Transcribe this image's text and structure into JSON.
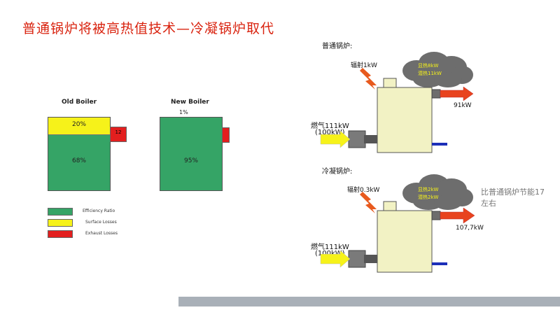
{
  "title": "普通锅炉将被高热值技术—冷凝锅炉取代",
  "old_boiler": {
    "header": "Old Boiler",
    "surface_pct": "20%",
    "efficiency_pct": "68%",
    "exhaust_pct": "12"
  },
  "new_boiler": {
    "header": "New Boiler",
    "top_pct": "1%",
    "efficiency_pct": "95%"
  },
  "legend": [
    {
      "label": "Efficiency Ratio",
      "color": "#35a466"
    },
    {
      "label": "Surface Losses",
      "color": "#f6f21a"
    },
    {
      "label": "Exhaust Losses",
      "color": "#e31f1f"
    }
  ],
  "ordinary": {
    "section_title": "普通锅炉:",
    "radiation": "辐射1kW",
    "cloud_line1": "显热8kW",
    "cloud_line2": "潜热11kW",
    "output": "91kW",
    "fuel_line1": "燃气111kW",
    "fuel_line2": "(100kW)"
  },
  "condensing": {
    "section_title": "冷凝锅炉:",
    "radiation": "辐射0.3kW",
    "cloud_line1": "显热2kW",
    "cloud_line2": "潜热2kW",
    "output": "107,7kW",
    "fuel_line1": "燃气111kW",
    "fuel_line2": "(100kW)"
  },
  "note_line1": "比普通锅炉节能17",
  "note_line2": "左右",
  "colors": {
    "title": "#d9230f",
    "green": "#35a466",
    "yellow": "#f6f21a",
    "red": "#e31f1f",
    "boiler": "#f2f2c4"
  }
}
